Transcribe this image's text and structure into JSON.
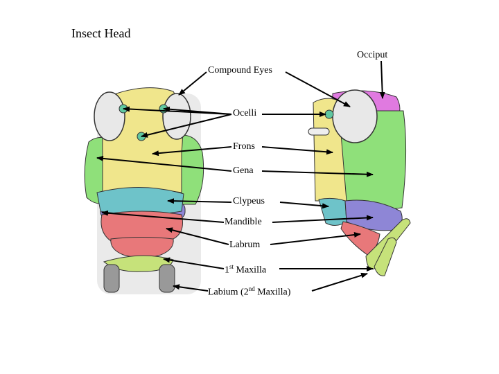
{
  "title": "Insect Head",
  "labels": {
    "occiput": "Occiput",
    "compound_eyes": "Compound Eyes",
    "ocelli": "Ocelli",
    "frons": "Frons",
    "gena": "Gena",
    "clypeus": "Clypeus",
    "mandible": "Mandible",
    "labrum": "Labrum",
    "maxilla_num": "1",
    "maxilla_sup": "st",
    "maxilla_text": "Maxilla",
    "labium_pre": "Labium (2",
    "labium_sup": "nd",
    "labium_post": "Maxilla)"
  },
  "colors": {
    "compound_eye": "#e8e8e8",
    "ocelli": "#5fc7a0",
    "frons": "#f0e68c",
    "gena": "#8fe07a",
    "clypeus": "#6ec3c9",
    "mandible": "#8e86d6",
    "labrum": "#e8787a",
    "maxilla": "#c6e27a",
    "occiput": "#e07ae0",
    "antenna": "#999999"
  }
}
